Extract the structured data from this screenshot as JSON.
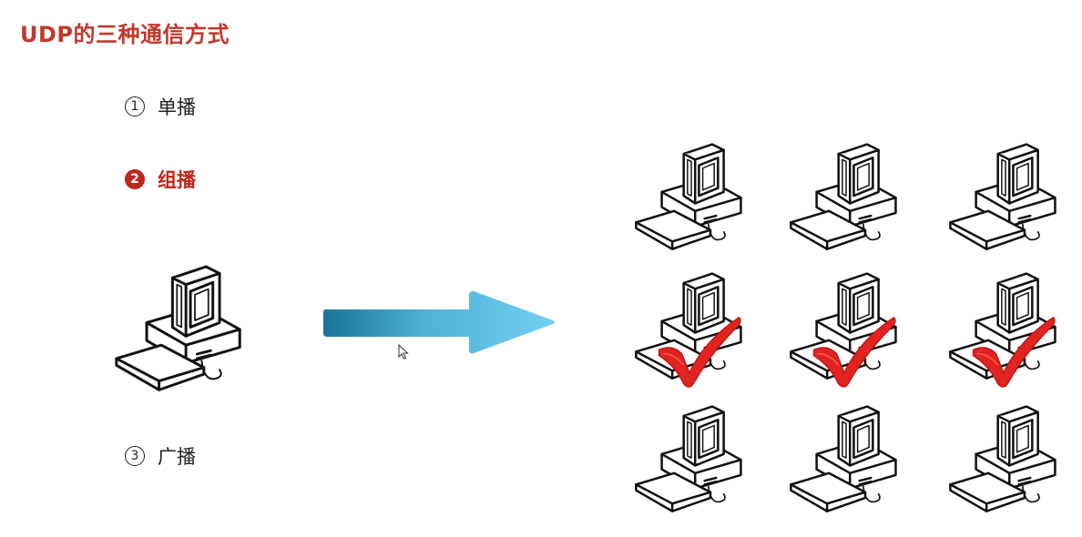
{
  "title": "UDP的三种通信方式",
  "modes": [
    {
      "num": "1",
      "label": "单播",
      "active": false
    },
    {
      "num": "2",
      "label": "组播",
      "active": true
    },
    {
      "num": "3",
      "label": "广播",
      "active": false
    }
  ],
  "colors": {
    "title": "#c0392b",
    "active_mode": "#c0261a",
    "arrow_start": "#1a7499",
    "arrow_end": "#6ccbeb",
    "checkmark": "#e02420"
  },
  "icons": {
    "sender": "computer-icon",
    "receiver": "computer-icon",
    "selected": "checkmark-icon",
    "direction": "arrow-right-icon"
  },
  "receivers": [
    {
      "checked": false
    },
    {
      "checked": false
    },
    {
      "checked": false
    },
    {
      "checked": true
    },
    {
      "checked": true
    },
    {
      "checked": true
    },
    {
      "checked": false
    },
    {
      "checked": false
    },
    {
      "checked": false
    }
  ]
}
